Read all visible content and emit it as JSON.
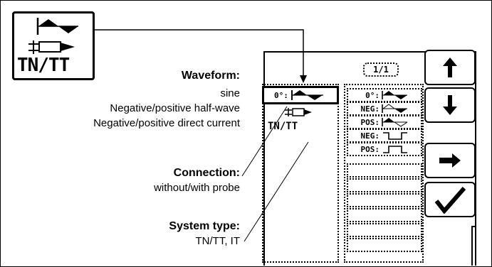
{
  "icon_box": {
    "label": "TN/TT"
  },
  "annotations": {
    "waveform": {
      "heading": "Waveform:",
      "lines": [
        "sine",
        "Negative/positive half-wave",
        "Negative/positive direct current"
      ]
    },
    "connection": {
      "heading": "Connection:",
      "lines": [
        "without/with probe"
      ]
    },
    "system": {
      "heading": "System type:",
      "lines": [
        "TN/TT, IT"
      ]
    }
  },
  "screen": {
    "page_indicator": "1/1",
    "selected_column": {
      "waveform": "0°:",
      "system": "TN/TT"
    },
    "options": [
      {
        "label": "0°:",
        "wave": "full"
      },
      {
        "label": "NEG:",
        "wave": "neg-half"
      },
      {
        "label": "POS:",
        "wave": "pos-half"
      },
      {
        "label": "NEG:",
        "wave": "neg-dc"
      },
      {
        "label": "POS:",
        "wave": "pos-dc"
      }
    ],
    "buttons": [
      "up-arrow-icon",
      "down-arrow-icon",
      "right-arrow-icon",
      "checkmark-icon"
    ]
  }
}
